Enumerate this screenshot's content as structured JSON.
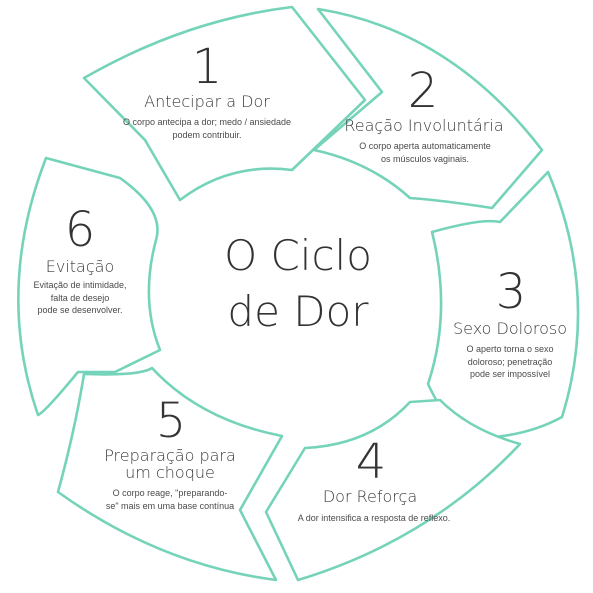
{
  "diagram": {
    "center_title": [
      "O Ciclo",
      "de Dor"
    ],
    "segments": [
      {
        "number": "1",
        "title": [
          "Antecipar a Dor"
        ],
        "description": [
          "O corpo antecipa a dor; medo / ansiedade",
          "podem contribuir."
        ]
      },
      {
        "number": "2",
        "title": [
          "Reação Involuntária"
        ],
        "description": [
          "O corpo aperta automaticamente",
          "os músculos vaginais."
        ]
      },
      {
        "number": "3",
        "title": [
          "Sexo Doloroso"
        ],
        "description": [
          "O aperto torna o sexo",
          "doloroso; penetração",
          "pode ser impossível"
        ]
      },
      {
        "number": "4",
        "title": [
          "Dor Reforça"
        ],
        "description": [
          "A dor intensifica a resposta de reflexo."
        ]
      },
      {
        "number": "5",
        "title": [
          "Preparação para",
          "um choque"
        ],
        "description": [
          "O corpo reage, \"preparando-",
          "se\" mais em uma base contínua"
        ]
      },
      {
        "number": "6",
        "title": [
          "Evitação"
        ],
        "description": [
          "Evitação de intimidade,",
          "falta de desejo",
          "pode se desenvolver."
        ]
      }
    ],
    "colors": {
      "outline": "#74d3b9",
      "text": "#333333",
      "background": "#ffffff"
    }
  }
}
